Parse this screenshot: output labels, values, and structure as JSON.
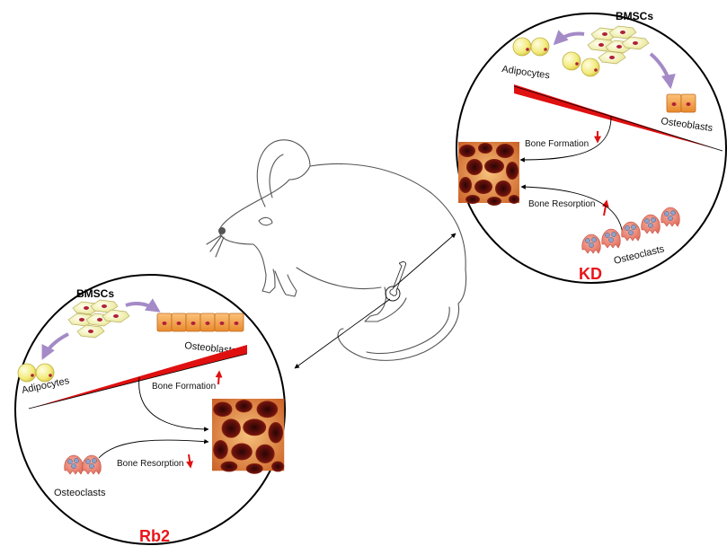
{
  "panels": {
    "kd": {
      "group_label": "KD",
      "bmscs": "BMSCs",
      "adipocytes": "Adipocytes",
      "osteoblasts": "Osteoblasts",
      "bone_formation": "Bone Formation",
      "bone_resorption": "Bone Resorption",
      "osteoclasts": "Osteoclasts",
      "bone_formation_trend": "down",
      "bone_resorption_trend": "up"
    },
    "rb2": {
      "group_label": "Rb2",
      "bmscs": "BMSCs",
      "adipocytes": "Adipocytes",
      "osteoblasts": "Osteoblasts",
      "bone_formation": "Bone Formation",
      "bone_resorption": "Bone Resorption",
      "osteoclasts": "Osteoclasts",
      "bone_formation_trend": "up",
      "bone_resorption_trend": "down"
    }
  },
  "colors": {
    "group_label": "#e8161b",
    "trend_arrow": "#e01010",
    "wedge": "#e01010",
    "differentiation_arrow": "#a48ac6",
    "adipocyte_fill": "#f5ee8a",
    "osteoblast_fill": "#f7a94a",
    "osteoclast_fill": "#f08070",
    "osteoclast_nucleus": "#8fa3c8",
    "bmsc_fill": "#f2f0a8",
    "cell_nucleus": "#b0203a"
  },
  "icons": [
    "mouse-outline",
    "bone-icon",
    "bone-tissue-texture"
  ]
}
